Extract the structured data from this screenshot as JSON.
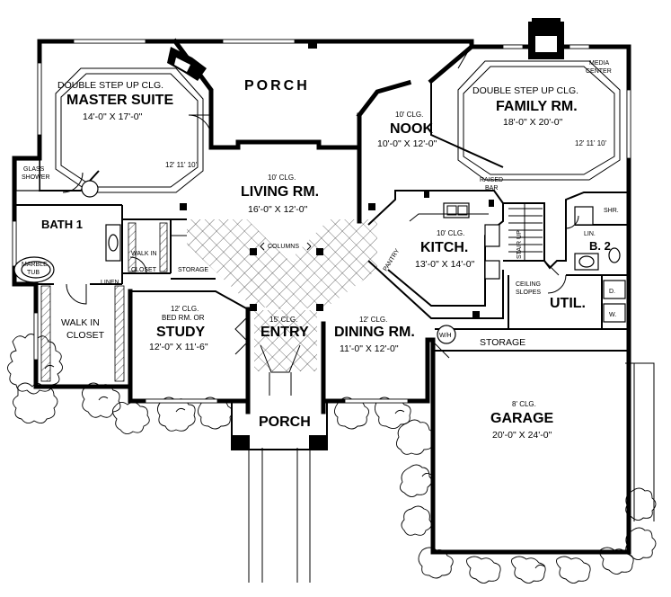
{
  "plan": {
    "rooms": {
      "porch_rear": {
        "name": "PORCH"
      },
      "master_suite": {
        "ceiling": "DOUBLE STEP UP CLG.",
        "name": "MASTER SUITE",
        "size": "14'-0\" X 17'-0\"",
        "height": "12' 11' 10'"
      },
      "glass_shower": {
        "name_line1": "GLASS",
        "name_line2": "SHOWER"
      },
      "bath1": {
        "name": "BATH 1"
      },
      "marble_tub": {
        "name_line1": "MARBLE",
        "name_line2": "TUB"
      },
      "walk_in_closet_small": {
        "name_line1": "WALK IN",
        "name_line2": "CLOSET"
      },
      "linen": {
        "name": "LINEN"
      },
      "storage_small": {
        "name": "STORAGE"
      },
      "walk_in_closet_large": {
        "name_line1": "WALK IN",
        "name_line2": "CLOSET"
      },
      "living": {
        "ceiling": "10' CLG.",
        "name": "LIVING RM.",
        "size": "16'-0\" X 12'-0\"",
        "columns": "COLUMNS"
      },
      "nook": {
        "ceiling": "10' CLG.",
        "name": "NOOK",
        "size": "10'-0\" X 12'-0\""
      },
      "family": {
        "ceiling": "DOUBLE STEP UP CLG.",
        "name": "FAMILY RM.",
        "size": "18'-0\" X 20'-0\"",
        "height": "12' 11' 10'"
      },
      "media_center": {
        "name_line1": "MEDIA",
        "name_line2": "CENTER"
      },
      "raised_bar": {
        "name_line1": "RAISED",
        "name_line2": "BAR"
      },
      "kitchen": {
        "ceiling": "10' CLG.",
        "name": "KITCH.",
        "size": "13'-0\" X 14'-0\""
      },
      "pantry": {
        "name": "PANTRY"
      },
      "stair": {
        "name": "STAIR UP"
      },
      "shower2": {
        "name": "SHR."
      },
      "bath2": {
        "name": "B. 2",
        "linen": "LIN."
      },
      "ceiling_slopes": {
        "name_line1": "CEILING",
        "name_line2": "SLOPES"
      },
      "util": {
        "name": "UTIL.",
        "dryer": "D.",
        "washer": "W."
      },
      "study": {
        "ceiling": "12' CLG.",
        "subtitle": "BED RM. OR",
        "name": "STUDY",
        "size": "12'-0\" X 11'-6\""
      },
      "entry": {
        "ceiling": "15' CLG.",
        "name": "ENTRY"
      },
      "dining": {
        "ceiling": "12' CLG.",
        "name": "DINING RM.",
        "size": "11'-0\" X 12'-0\""
      },
      "water_heater": {
        "name": "W/H"
      },
      "storage_garage": {
        "name": "STORAGE"
      },
      "porch_front": {
        "name": "PORCH"
      },
      "garage": {
        "ceiling": "8' CLG.",
        "name": "GARAGE",
        "size": "20'-0\" X 24'-0\""
      }
    }
  }
}
